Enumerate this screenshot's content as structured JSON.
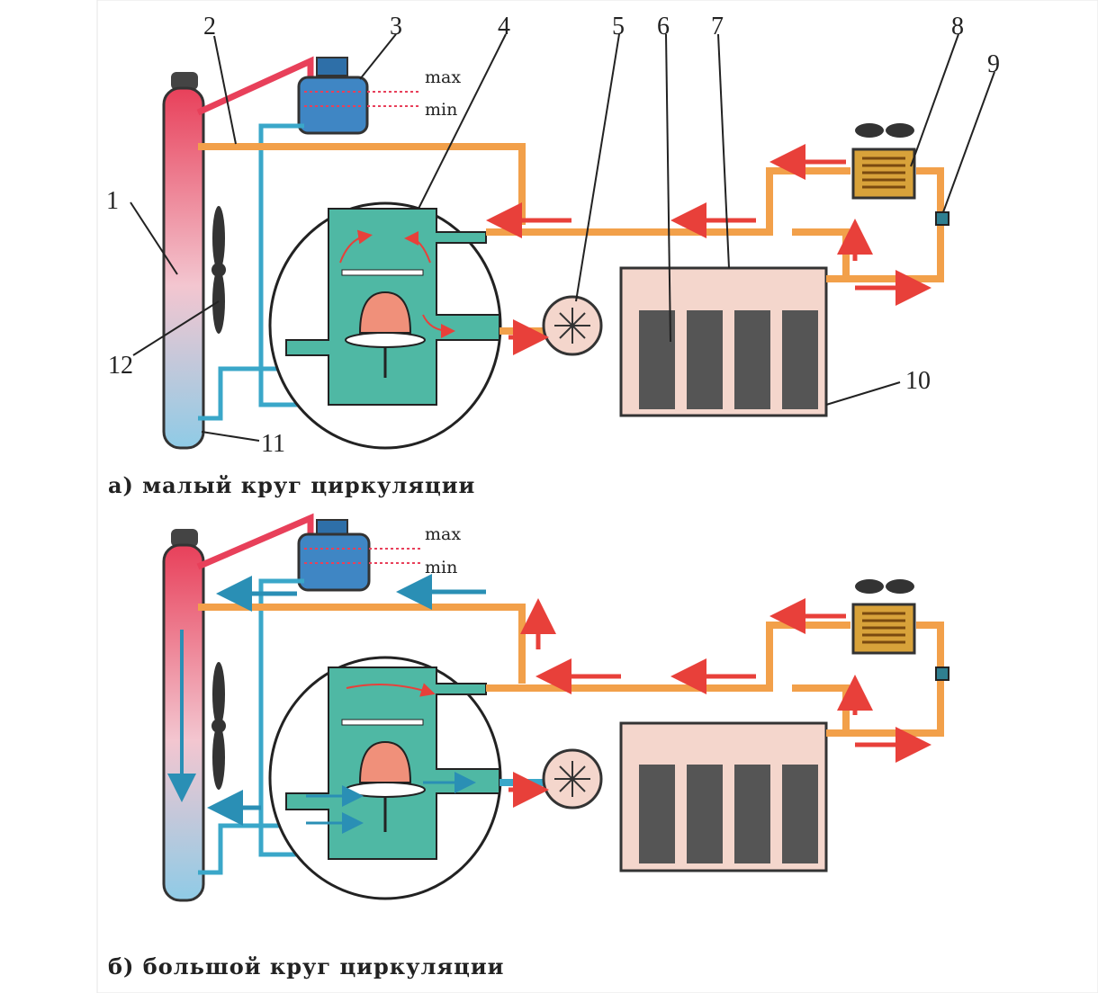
{
  "labels": {
    "n1": "1",
    "n2": "2",
    "n3": "3",
    "n4": "4",
    "n5": "5",
    "n6": "6",
    "n7": "7",
    "n8": "8",
    "n9": "9",
    "n10": "10",
    "n11": "11",
    "n12": "12"
  },
  "levels": {
    "max": "max",
    "min": "min"
  },
  "captions": {
    "a": "а)  малый  круг  циркуляции",
    "b": "б)  большой  круг  циркуляции"
  },
  "colors": {
    "hot": "#e8405a",
    "warm": "#f2a04a",
    "cold": "#3aa7c9",
    "arrow": "#e8403a",
    "thermostat_body": "#4fb8a4",
    "engine_block": "#f4d6cc",
    "tank": "#3f86c4",
    "heater": "#d8a23a"
  }
}
